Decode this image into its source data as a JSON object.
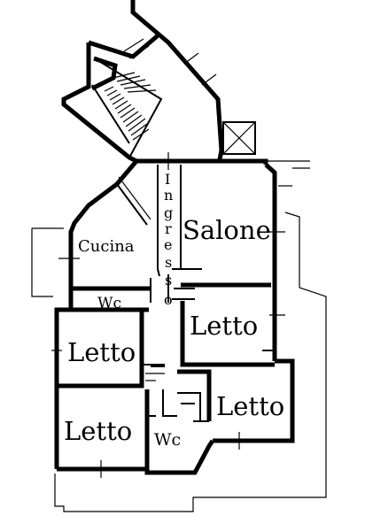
{
  "rooms": {
    "salone": "Salone",
    "cucina": "Cucina",
    "ingresso": [
      "I",
      "n",
      "g",
      "r",
      "e",
      "s",
      "s",
      "o"
    ],
    "wc_top": "Wc",
    "letto_mid_right": "Letto",
    "letto_mid_left": "Letto",
    "letto_bottom_right": "Letto",
    "letto_bottom_left": "Letto",
    "wc_bottom": "Wc"
  }
}
